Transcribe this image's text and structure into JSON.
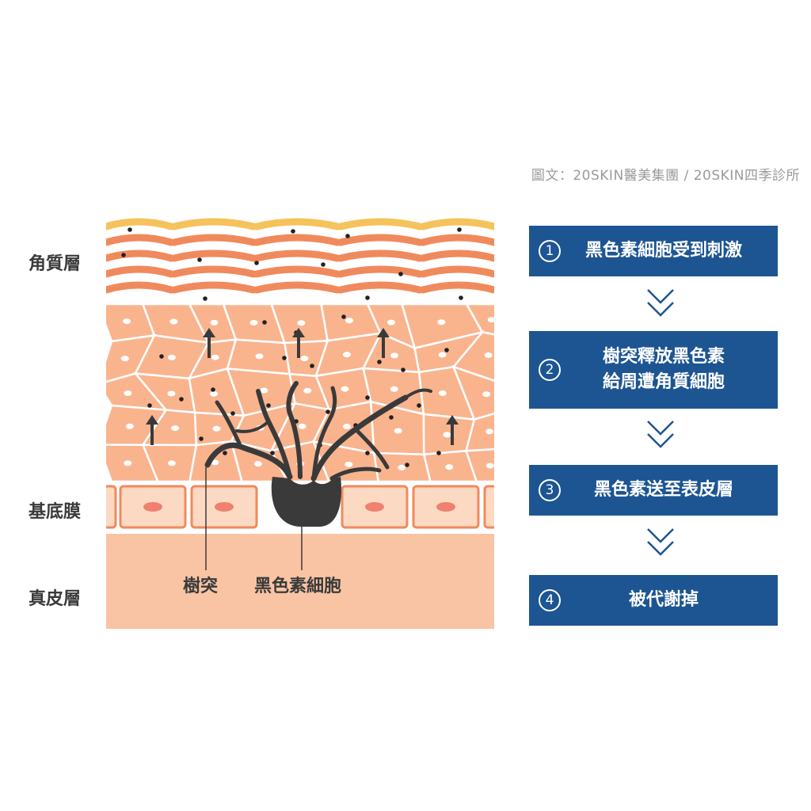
{
  "credit": "圖文：20SKIN醫美集團 / 20SKIN四季診所",
  "layers": {
    "stratum_corneum": "角質層",
    "basement_membrane": "基底膜",
    "dermis": "真皮層"
  },
  "annotations": {
    "dendrite": "樹突",
    "melanocyte": "黑色素細胞"
  },
  "steps": [
    {
      "num": "1",
      "text": "黑色素細胞受到刺激"
    },
    {
      "num": "2",
      "text": "樹突釋放黑色素\n給周遭角質細胞"
    },
    {
      "num": "3",
      "text": "黑色素送至表皮層"
    },
    {
      "num": "4",
      "text": "被代謝掉"
    }
  ],
  "colors": {
    "step_box": "#1d5592",
    "stripe_orange": "#f08a5d",
    "stripe_yellow": "#f5c25b",
    "cell_fill": "#f9b48e",
    "dermis": "#f9c4a4",
    "melanocyte": "#3a3a3a"
  }
}
